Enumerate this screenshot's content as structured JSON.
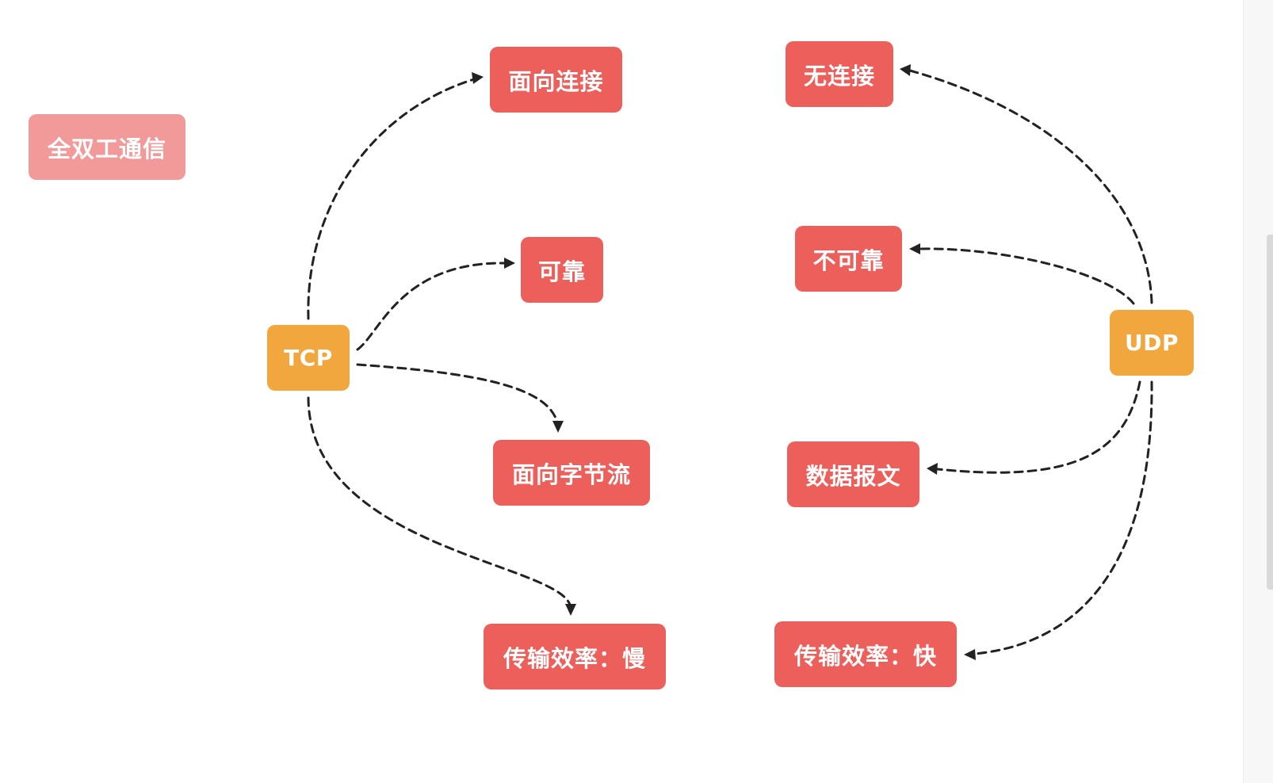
{
  "nodes": {
    "full_duplex": "全双工通信",
    "tcp": "TCP",
    "tcp_connection_oriented": "面向连接",
    "tcp_reliable": "可靠",
    "tcp_byte_stream": "面向字节流",
    "tcp_efficiency": "传输效率：慢",
    "udp": "UDP",
    "udp_connectionless": "无连接",
    "udp_unreliable": "不可靠",
    "udp_datagram": "数据报文",
    "udp_efficiency": "传输效率：快"
  },
  "colors": {
    "leaf": "#ed5f5b",
    "root": "#f1a73d",
    "standalone": "#f29a9a",
    "connector": "#222222"
  },
  "edges": [
    {
      "from": "TCP",
      "to": "面向连接"
    },
    {
      "from": "TCP",
      "to": "可靠"
    },
    {
      "from": "TCP",
      "to": "面向字节流"
    },
    {
      "from": "TCP",
      "to": "传输效率：慢"
    },
    {
      "from": "UDP",
      "to": "无连接"
    },
    {
      "from": "UDP",
      "to": "不可靠"
    },
    {
      "from": "UDP",
      "to": "数据报文"
    },
    {
      "from": "UDP",
      "to": "传输效率：快"
    }
  ]
}
